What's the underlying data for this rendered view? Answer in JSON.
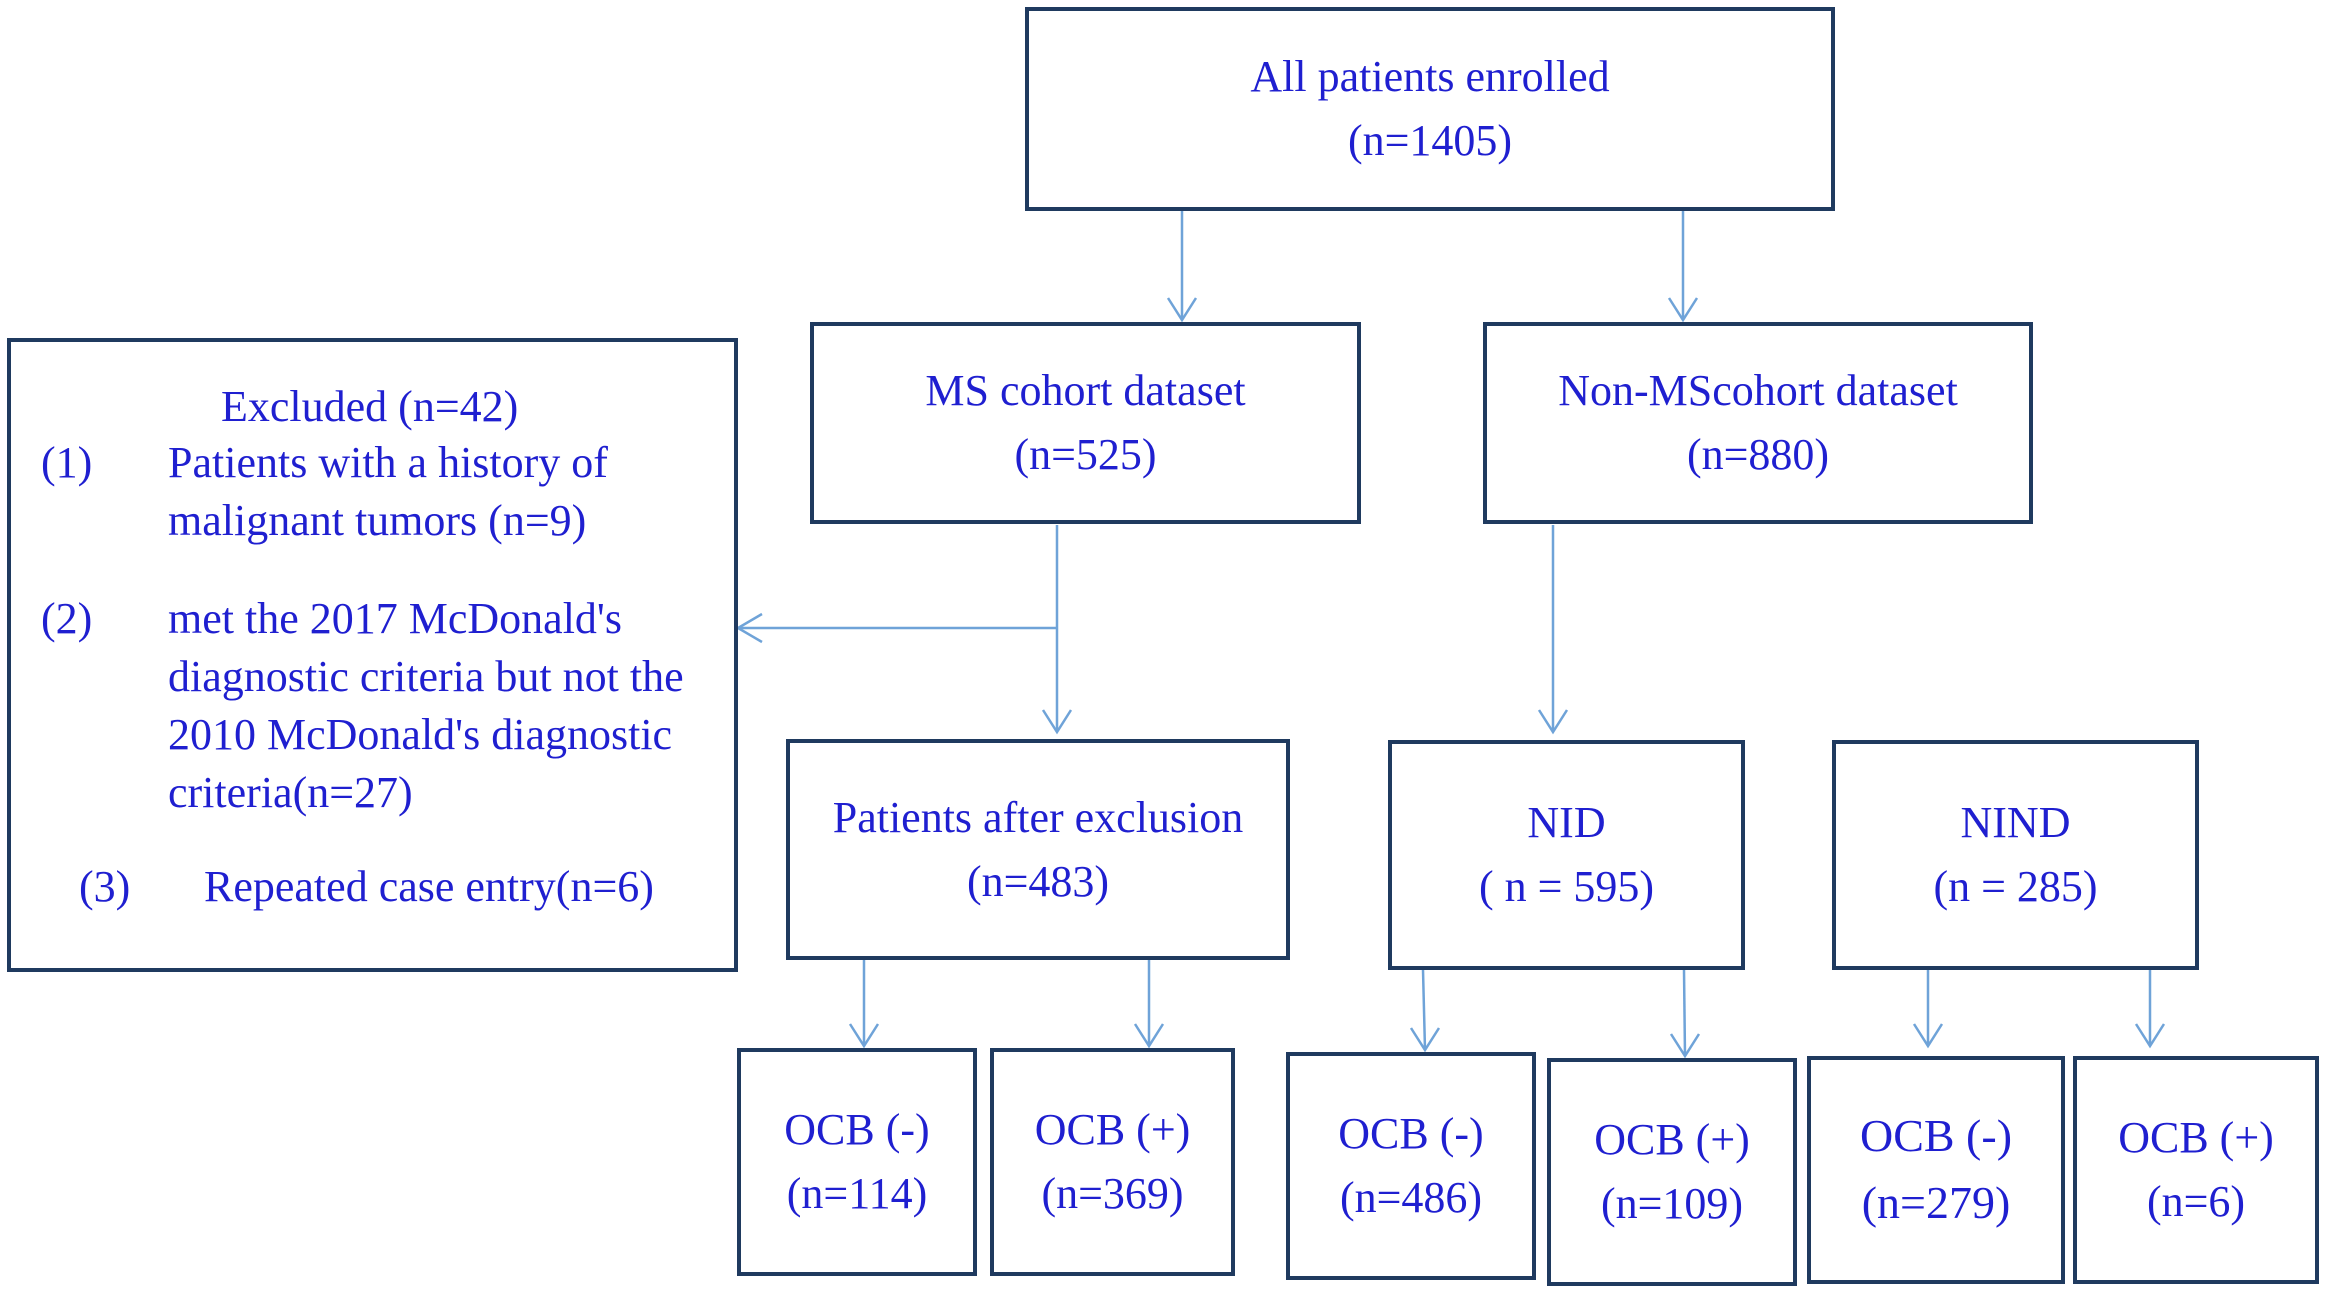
{
  "nodes": {
    "all": {
      "title": "All patients enrolled",
      "n": "(n=1405)"
    },
    "ms": {
      "title": "MS cohort dataset",
      "n": "(n=525)"
    },
    "nonms": {
      "title": "Non-MScohort dataset",
      "n": "(n=880)"
    },
    "excluded": {
      "title": "Excluded (n=42)",
      "items": [
        {
          "num": "(1)",
          "lines": [
            "Patients with a history of",
            "malignant tumors (n=9)"
          ]
        },
        {
          "num": "(2)",
          "lines": [
            "met the 2017 McDonald's",
            "diagnostic criteria but not the",
            "2010 McDonald's diagnostic",
            "criteria(n=27)"
          ]
        },
        {
          "num": "(3)",
          "lines": [
            "Repeated case entry(n=6)"
          ]
        }
      ]
    },
    "after": {
      "title": "Patients after exclusion",
      "n": "(n=483)"
    },
    "nid": {
      "title": "NID",
      "n": "( n = 595)"
    },
    "nind": {
      "title": "NIND",
      "n": "(n = 285)"
    },
    "ms_neg": {
      "title": "OCB (-)",
      "n": "(n=114)"
    },
    "ms_pos": {
      "title": "OCB (+)",
      "n": "(n=369)"
    },
    "nid_neg": {
      "title": "OCB (-)",
      "n": "(n=486)"
    },
    "nid_pos": {
      "title": "OCB (+)",
      "n": "(n=109)"
    },
    "nind_neg": {
      "title": "OCB (-)",
      "n": "(n=279)"
    },
    "nind_pos": {
      "title": "OCB (+)",
      "n": "(n=6)"
    }
  },
  "colors": {
    "text": "#1f1fd0",
    "border": "#1f3a5f",
    "arrow": "#6fa3d8"
  }
}
